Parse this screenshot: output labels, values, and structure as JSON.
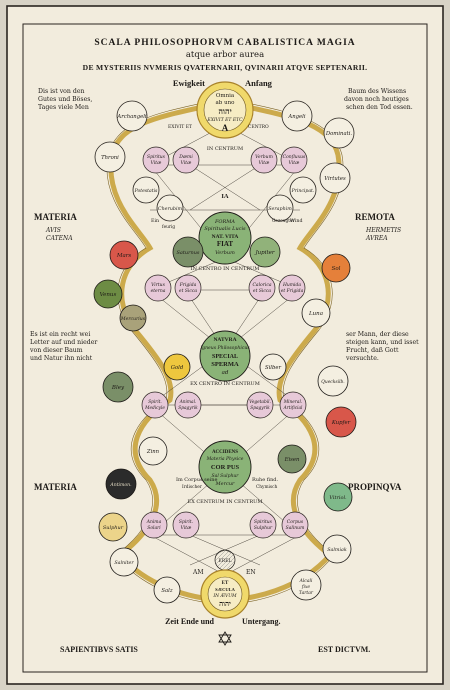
{
  "header": {
    "line1": "SCALA PHILOSOPHORVM CABALISTICA MAGIA",
    "line2": "atque arbor aurea",
    "line3": "DE MYSTERIIS NVMERIS QVATERNARII, QVINARII ATQVE SEPTENARII."
  },
  "top": {
    "left_label": "Ewigkeit",
    "right_label": "Anfang",
    "sun_1": "Omnia",
    "sun_2": "ab uno",
    "sun_3": "יהוה",
    "sun_4": "EXIVIT ET ETC",
    "sun_5": "A",
    "exivit": "EXIVIT ET",
    "centro": "CENTRO",
    "in_centrum": "IN CENTRUM",
    "iah": "IA"
  },
  "notes": {
    "top_left": [
      "Dis ist von den",
      "Gutes und Böses,",
      "Tages viele Men"
    ],
    "top_right": [
      "Baum des Wissens",
      "davon noch heutiges",
      "schen den Tod essen."
    ],
    "mid_left": [
      "Es ist ein recht wei",
      "Letter auf und nieder",
      "von dieser Baum",
      "und Natur ihn nicht"
    ],
    "mid_right": [
      "ser Mann, der diese",
      "steigen kann, und isset",
      "Frucht, daß Gott",
      "versuchte."
    ]
  },
  "nodes": {
    "archangeli": "Archangeli",
    "angeli": "Angeli",
    "dominati": "Dominati.",
    "virtutes": "Virtutes",
    "throni": "Throni",
    "potestatis": "Potestatis",
    "principat": "Principat.",
    "cherubim": "Cherubim",
    "seraphim": "Seraphim",
    "saturnus": "Saturnus",
    "jupiter": "Jupiter",
    "mars": "Mars",
    "venus": "Venus",
    "mercurius": "Mercurius",
    "sol": "Sol",
    "luna": "Luna",
    "gold": "Gold",
    "silber": "Silber",
    "bley": "Bley",
    "quecksilb": "Quecksilb.",
    "kupfer": "Kupfer",
    "zinn": "Zinn",
    "eisen": "Eisen",
    "antimon": "Antimon.",
    "vitriol": "Vitriol.",
    "sulphur": "Sulphur",
    "salniter": "Salniter",
    "salmiak": "Salmiak",
    "salz": "Salz",
    "alcali_1": "Alcali",
    "alcali_2": "fixe",
    "alcali_3": "Tartar"
  },
  "spirits_upper": [
    {
      "a": "Spiritus",
      "b": "Vitæ"
    },
    {
      "a": "Dæmi",
      "b": "Vitæ"
    },
    {
      "a": "Verbum",
      "b": "Vitæ"
    },
    {
      "a": "Confluxus",
      "b": "Vitæ"
    }
  ],
  "spirits_middle": [
    {
      "a": "Virtus",
      "b": "eterna"
    },
    {
      "a": "Frigida",
      "b": "et Sicca"
    },
    {
      "a": "Calorica",
      "b": "et Sicca"
    },
    {
      "a": "Humida",
      "b": "et Frigida"
    }
  ],
  "spirits_lower": [
    {
      "a": "Spirit.",
      "b": "Medicyle"
    },
    {
      "a": "Animal.",
      "b": "Spagyrik"
    },
    {
      "a": "Vegetabil.",
      "b": "Spagyrik"
    },
    {
      "a": "Mineral.",
      "b": "Artificial"
    }
  ],
  "spirits_bottom": [
    {
      "a": "Anima",
      "b": "Solari"
    },
    {
      "a": "Spirit.",
      "b": "Vitæ"
    },
    {
      "a": "Spiritus",
      "b": "Sulphur"
    },
    {
      "a": "Corpus",
      "b": "Salinum"
    }
  ],
  "labels": {
    "ein": "Ein",
    "feurig": "feurig",
    "gezeugter": "Gezeugter",
    "wind": "Wind",
    "in_centrum_2": "IN CENTRO IN CENTRUM",
    "ex_centro": "EX CENTRO IN CENTRUM",
    "im_corpus": "Im Corpus seine",
    "irdischer": "Irdischer",
    "ruhe_find": "Ruhe find.",
    "chymisch": "Chymisch",
    "ex_centrum": "EX CENTRUM IN CENTRUM"
  },
  "sides": {
    "materia_1": "MATERIA",
    "avis": "AVIS",
    "catena": "CATENA",
    "remota": "REMOTA",
    "hermetis": "HERMETIS",
    "aurea": "AVREA",
    "materia_2": "MATERIA",
    "propinqua": "PROPINQVA"
  },
  "center_1": [
    "FORMA",
    "Spiritualis Lucis",
    "NAT. VITA",
    "FIAT",
    "Verbum"
  ],
  "center_2": [
    "NATVRA",
    "Igneus Philosophicus",
    "SPECIAL",
    "SPERMA",
    "ad"
  ],
  "center_3": [
    "ACCIDENS",
    "Materia Physice",
    "COR PUS",
    "Sal Sulphur",
    "Mercur"
  ],
  "bottom": {
    "ereli": "EREL",
    "am": "AM",
    "en": "EN",
    "sun_1": "ET",
    "sun_2": "SÆCULA",
    "sun_3": "IN ÆVUM",
    "sun_4": "יהוה",
    "left_label": "Zeit Ende und",
    "right_label": "Untergang."
  },
  "footer": {
    "left": "SAPIENTIBVS SATIS",
    "right": "EST DICTVM."
  }
}
